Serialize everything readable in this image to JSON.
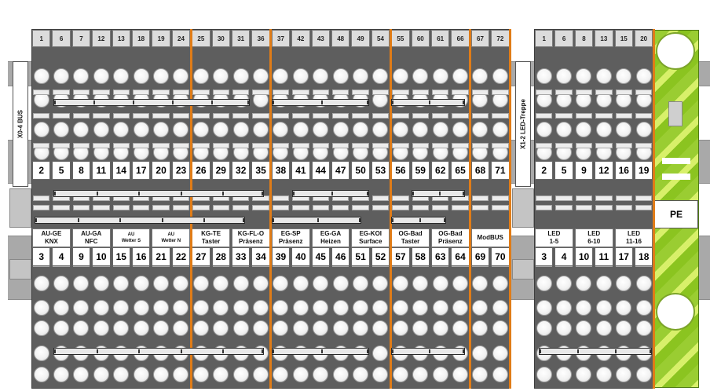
{
  "strip_left": {
    "end_label": "X0-4 BUS",
    "top_labels": [
      "1",
      "6",
      "7",
      "12",
      "13",
      "18",
      "19",
      "24",
      "25",
      "30",
      "31",
      "36",
      "37",
      "42",
      "43",
      "48",
      "49",
      "54",
      "55",
      "60",
      "61",
      "66",
      "67",
      "72"
    ],
    "mid_numbers": [
      "2",
      "5",
      "8",
      "11",
      "14",
      "17",
      "20",
      "23",
      "26",
      "29",
      "32",
      "35",
      "38",
      "41",
      "44",
      "47",
      "50",
      "53",
      "56",
      "59",
      "62",
      "65",
      "68",
      "71"
    ],
    "bottom_numbers": [
      "3",
      "4",
      "9",
      "10",
      "15",
      "16",
      "21",
      "22",
      "27",
      "28",
      "33",
      "34",
      "39",
      "40",
      "45",
      "46",
      "51",
      "52",
      "57",
      "58",
      "63",
      "64",
      "69",
      "70"
    ],
    "groups": [
      {
        "label": "AU-GE\nKNX"
      },
      {
        "label": "AU-GA\nNFC"
      },
      {
        "label": "AU\nWetter S"
      },
      {
        "label": "AU\nWetter N"
      },
      {
        "label": "KG-TE\nTaster"
      },
      {
        "label": "KG-FL-O\nPräsenz"
      },
      {
        "label": "EG-SP\nPräsenz"
      },
      {
        "label": "EG-GA\nHeizen"
      },
      {
        "label": "EG-KOI\nSurface"
      },
      {
        "label": "OG-Bad\nTaster"
      },
      {
        "label": "OG-Bad\nPräsenz"
      },
      {
        "label": "ModBUS"
      }
    ]
  },
  "strip_right": {
    "end_label": "X1-2 LED-Treppe",
    "top_labels": [
      "1",
      "6",
      "8",
      "13",
      "15",
      "20"
    ],
    "mid_numbers": [
      "2",
      "5",
      "9",
      "12",
      "16",
      "19"
    ],
    "bottom_numbers": [
      "3",
      "4",
      "10",
      "11",
      "17",
      "18"
    ],
    "groups": [
      {
        "label": "LED\n1-5"
      },
      {
        "label": "LED\n6-10"
      },
      {
        "label": "LED\n11-16"
      }
    ]
  },
  "pe_label": "PE",
  "colors": {
    "block": "#5e5e5e",
    "separator": "#e07c17",
    "pe_green": "#9acd32",
    "rail": "#a9a9a9"
  }
}
